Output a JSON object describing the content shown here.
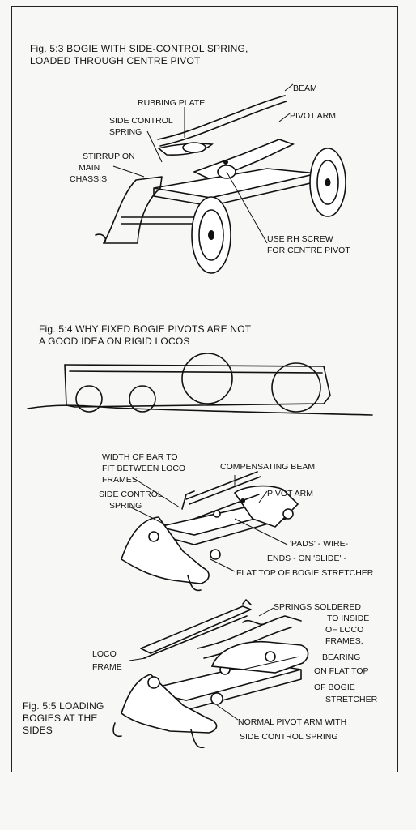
{
  "figures": [
    {
      "caption_lines": [
        "Fig. 5:3  BOGIE WITH SIDE-CONTROL SPRING,",
        "LOADED THROUGH CENTRE PIVOT"
      ],
      "labels": {
        "beam": "BEAM",
        "rubbing_plate": "RUBBING PLATE",
        "pivot_arm": "PIVOT ARM",
        "side_control_spring": [
          "SIDE CONTROL",
          "SPRING"
        ],
        "stirrup": [
          "STIRRUP ON",
          "MAIN",
          "CHASSIS"
        ],
        "screw": [
          "USE RH SCREW",
          "FOR CENTRE PIVOT"
        ]
      }
    },
    {
      "caption_lines": [
        "Fig. 5:4  WHY FIXED BOGIE PIVOTS ARE NOT",
        "A GOOD IDEA ON RIGID LOCOS"
      ]
    },
    {
      "labels": {
        "width_of_bar": [
          "WIDTH OF BAR TO",
          "FIT BETWEEN LOCO",
          "FRAMES"
        ],
        "compensating_beam": "COMPENSATING BEAM",
        "side_control_spring": [
          "SIDE CONTROL",
          "SPRING"
        ],
        "pivot_arm": "PIVOT ARM",
        "pads": [
          "'PADS' - WIRE-",
          "ENDS - ON 'SLIDE' -"
        ],
        "flat_top": "FLAT TOP OF BOGIE STRETCHER"
      }
    },
    {
      "caption_lines": [
        "Fig. 5:5  LOADING",
        "BOGIES AT THE",
        "SIDES"
      ],
      "labels": {
        "springs": [
          "SPRINGS  SOLDERED",
          "TO INSIDE",
          "OF LOCO",
          "FRAMES,",
          "BEARING",
          "ON FLAT TOP",
          "OF BOGIE",
          "STRETCHER"
        ],
        "loco_frame": [
          "LOCO",
          "FRAME"
        ],
        "normal_pivot": [
          "NORMAL PIVOT ARM WITH",
          "SIDE CONTROL SPRING"
        ]
      }
    }
  ]
}
